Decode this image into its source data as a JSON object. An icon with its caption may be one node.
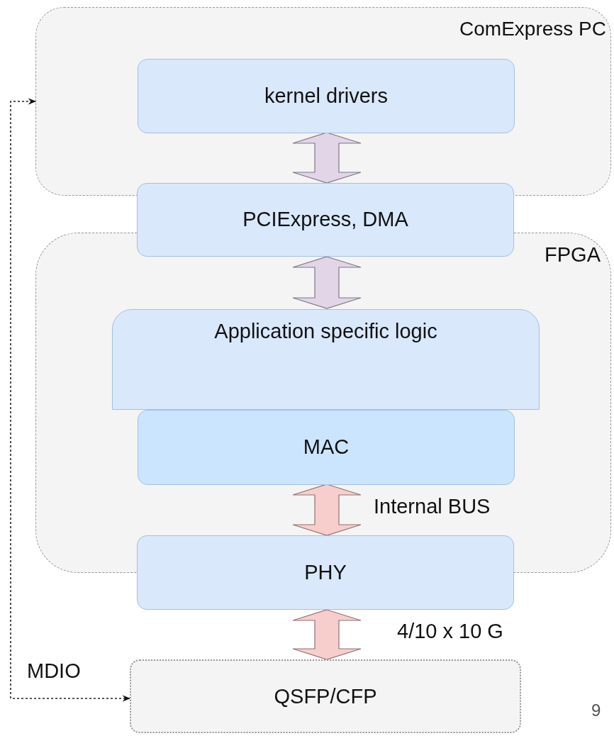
{
  "diagram": {
    "nodes": [
      {
        "text": [
          "ComExpress PC"
        ]
      },
      {
        "text": [
          "kernel drivers"
        ],
        "in": 0
      },
      {
        "text": [
          "PCIExpress, DMA"
        ]
      },
      {
        "text": [
          "FPGA"
        ]
      },
      {
        "text": [
          "Application specific logic"
        ],
        "in": 3
      },
      {
        "text": [
          "MAC"
        ],
        "in": 3
      },
      {
        "text": [
          "PHY"
        ]
      },
      {
        "text": [
          "QSFP/CFP"
        ]
      }
    ],
    "edges": [
      {
        "from": 1,
        "to": 2,
        "arrow": "both",
        "style": "thick",
        "color": "#e1d5e7"
      },
      {
        "from": 2,
        "to": 4,
        "arrow": "both",
        "style": "thick",
        "color": "#e1d5e7"
      },
      {
        "from": 5,
        "to": 6,
        "arrow": "both",
        "style": "thick",
        "color": "#f8cecc",
        "label": "Internal BUS"
      },
      {
        "from": 6,
        "to": 7,
        "arrow": "both",
        "style": "thick",
        "color": "#f8cecc",
        "label": "4/10 x 10 G"
      },
      {
        "from": 7,
        "to": 0,
        "arrow": "both",
        "style": "dashed",
        "label": "MDIO"
      }
    ],
    "labels": [
      "9"
    ]
  }
}
